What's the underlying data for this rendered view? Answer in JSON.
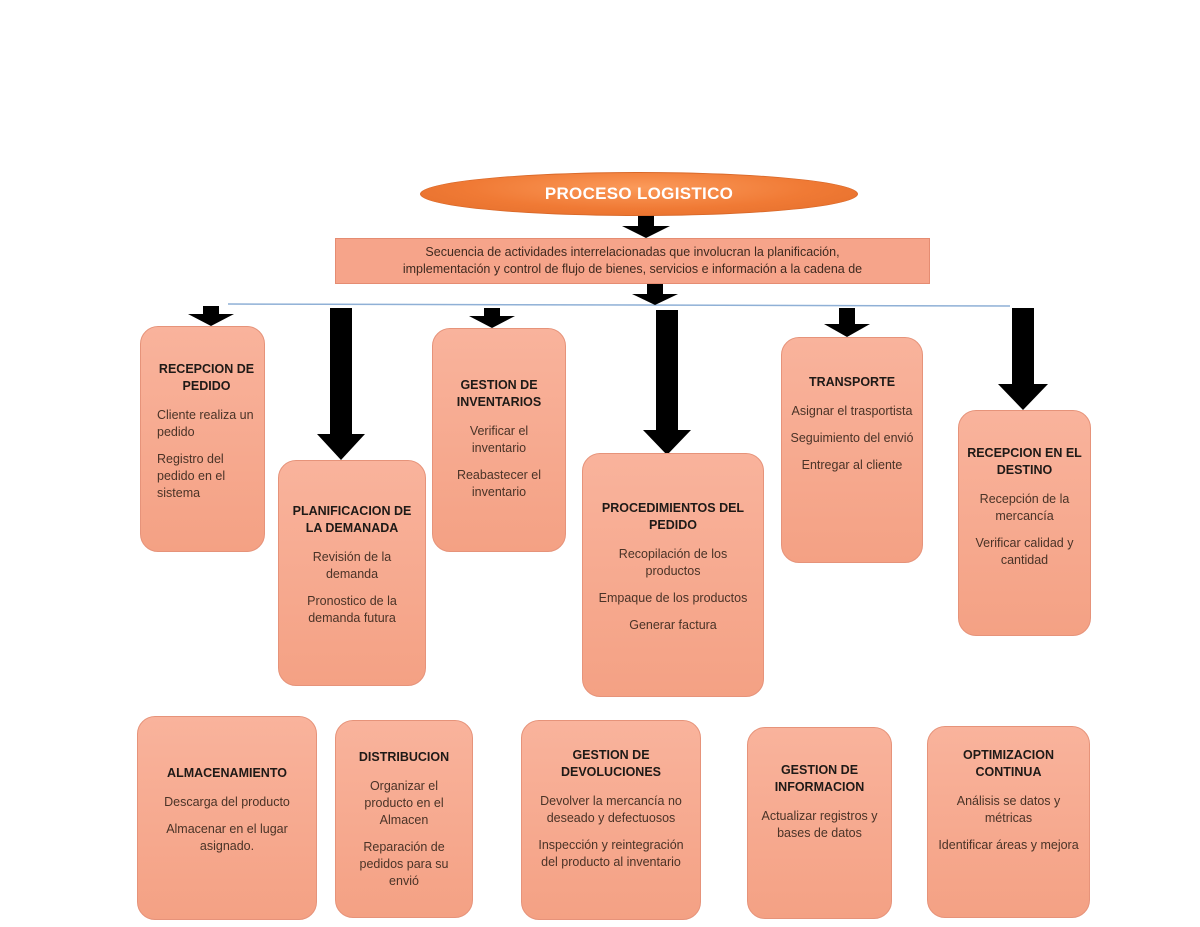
{
  "title": "PROCESO LOGISTICO",
  "definition": {
    "line1": "Secuencia de actividades interrelacionadas que involucran la planificación,",
    "line2": "implementación y control de flujo de bienes, servicios e información a la cadena de"
  },
  "colors": {
    "oval": "#f07a35",
    "box_fill": "#f6a48a",
    "box_border": "#e6937a",
    "arrow": "#000000",
    "connector": "#8fb0d6"
  },
  "boxes": {
    "recepcion_pedido": {
      "title": "RECEPCION DE PEDIDO",
      "items": [
        "Cliente realiza un pedido",
        "Registro del pedido en el sistema"
      ]
    },
    "planificacion": {
      "title": "PLANIFICACION DE LA DEMANADA",
      "items": [
        "Revisión de la demanda",
        "Pronostico de la demanda futura"
      ]
    },
    "gestion_inventarios": {
      "title": "GESTION DE INVENTARIOS",
      "items": [
        "Verificar el inventario",
        "Reabastecer el inventario"
      ]
    },
    "procedimientos": {
      "title": "PROCEDIMIENTOS DEL PEDIDO",
      "items": [
        "Recopilación de los productos",
        "Empaque de los productos",
        "Generar factura"
      ]
    },
    "transporte": {
      "title": "TRANSPORTE",
      "items": [
        "Asignar el trasportista",
        "Seguimiento del envió",
        "Entregar al cliente"
      ]
    },
    "recepcion_destino": {
      "title": "RECEPCION EN EL DESTINO",
      "items": [
        "Recepción de la mercancía",
        "Verificar calidad y cantidad"
      ]
    },
    "almacenamiento": {
      "title": "ALMACENAMIENTO",
      "items": [
        "Descarga del producto",
        "Almacenar en el lugar asignado."
      ]
    },
    "distribucion": {
      "title": "DISTRIBUCION",
      "items": [
        "Organizar el producto en el Almacen",
        "Reparación de pedidos para su envió"
      ]
    },
    "devoluciones": {
      "title": "GESTION DE DEVOLUCIONES",
      "items": [
        "Devolver la mercancía no deseado y defectuosos",
        "Inspección y reintegración del producto al inventario"
      ]
    },
    "informacion": {
      "title": "GESTION DE INFORMACION",
      "items": [
        "Actualizar registros y bases de datos"
      ]
    },
    "optimizacion": {
      "title": "OPTIMIZACION CONTINUA",
      "items": [
        "Análisis se datos y métricas",
        "Identificar áreas y mejora"
      ]
    }
  }
}
